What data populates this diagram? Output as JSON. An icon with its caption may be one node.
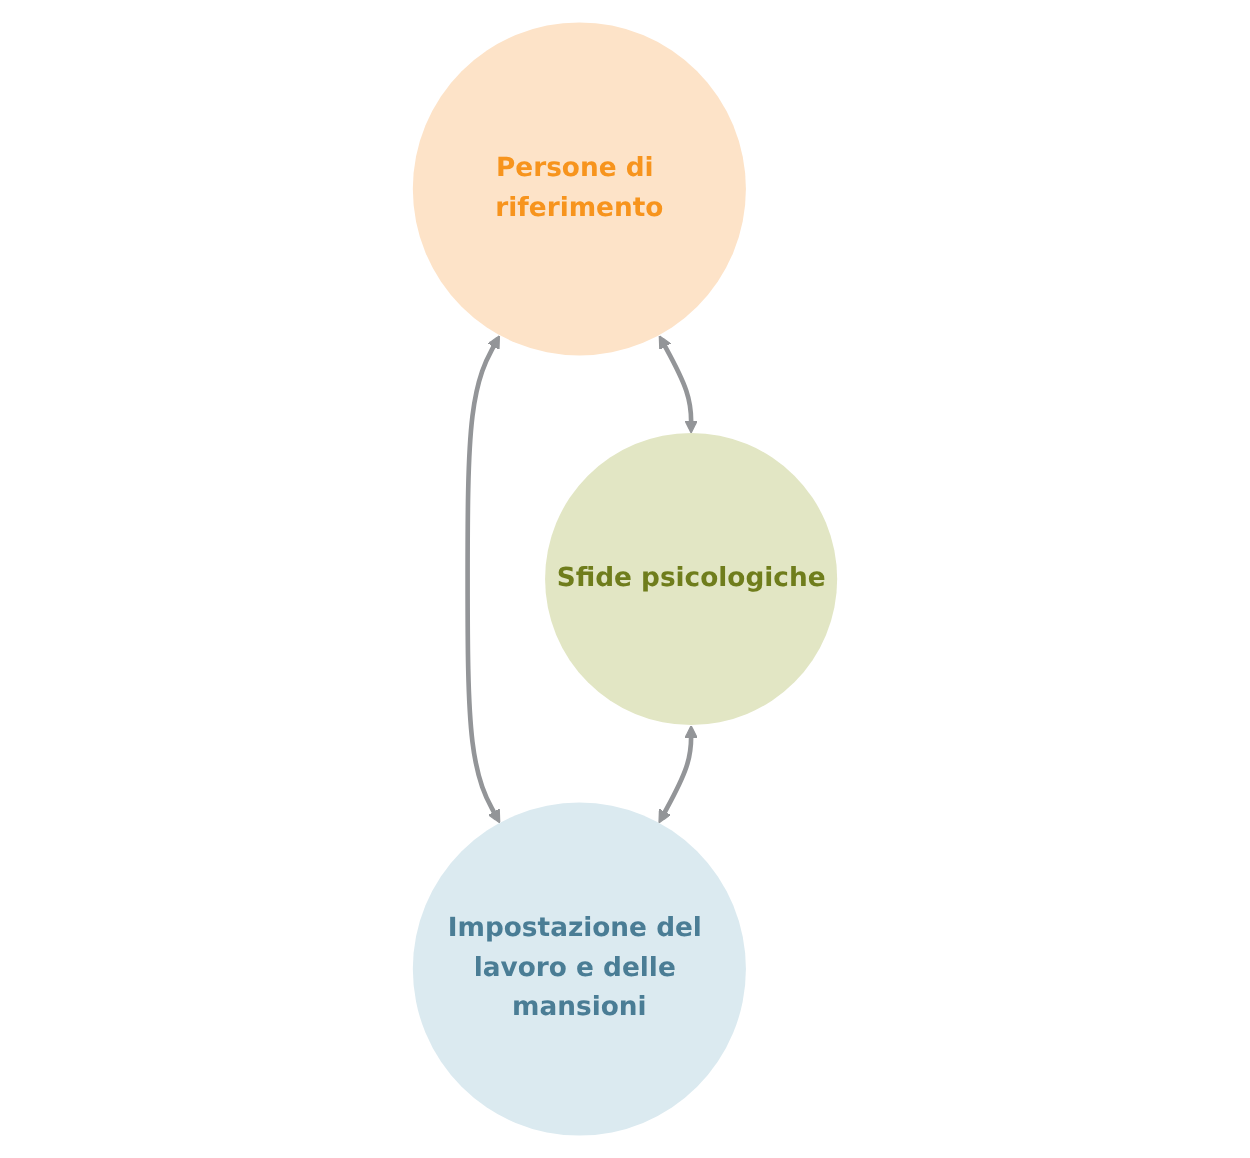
{
  "diagram": {
    "nodes": [
      {
        "text": [
          "Persone di riferimento"
        ]
      },
      {
        "text": [
          "Sfide psicologiche"
        ]
      },
      {
        "text": [
          "Impostazione del lavoro e delle mansioni"
        ]
      }
    ],
    "edges": [
      {
        "from": 0,
        "to": 1,
        "arrow": "both"
      },
      {
        "from": 0,
        "to": 2,
        "arrow": "both"
      },
      {
        "from": 1,
        "to": 2,
        "arrow": "both"
      }
    ]
  }
}
